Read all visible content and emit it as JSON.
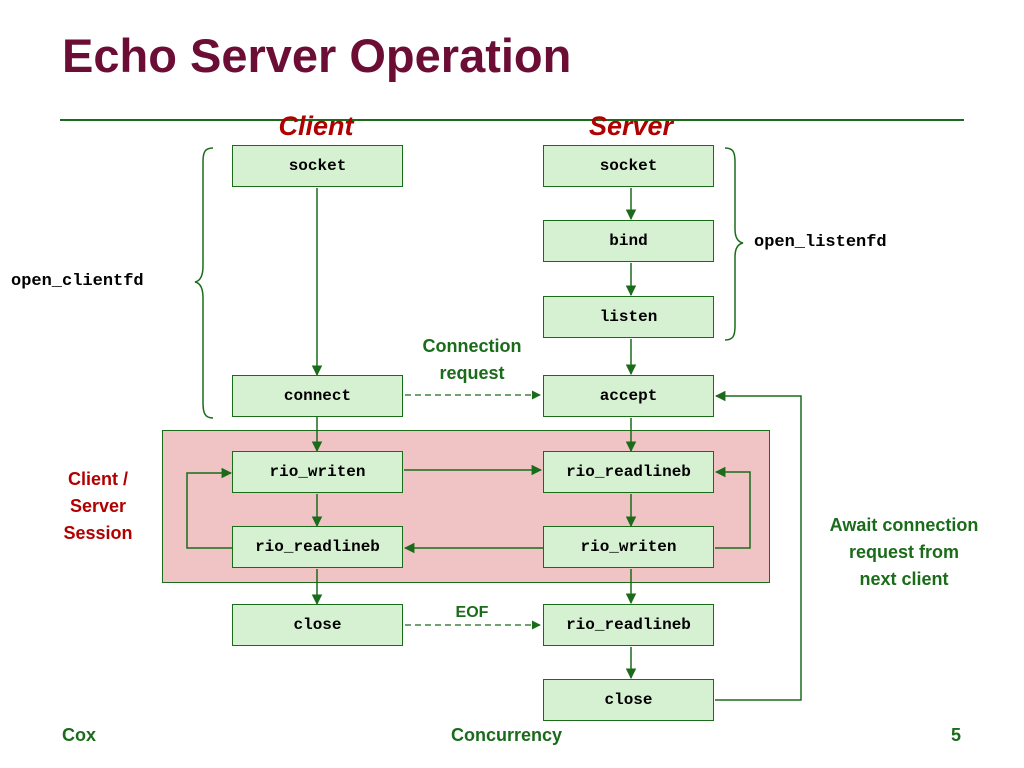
{
  "title": "Echo Server Operation",
  "columns": {
    "client": "Client",
    "server": "Server"
  },
  "client_boxes": {
    "socket": "socket",
    "connect": "connect",
    "rio_writen": "rio_writen",
    "rio_readlineb": "rio_readlineb",
    "close": "close"
  },
  "server_boxes": {
    "socket": "socket",
    "bind": "bind",
    "listen": "listen",
    "accept": "accept",
    "rio_readlineb": "rio_readlineb",
    "rio_writen": "rio_writen",
    "rio_readlineb_eof": "rio_readlineb",
    "close": "close"
  },
  "labels": {
    "open_clientfd": "open_clientfd",
    "open_listenfd": "open_listenfd",
    "connection_request_1": "Connection",
    "connection_request_2": "request",
    "eof": "EOF",
    "session_1": "Client /",
    "session_2": "Server",
    "session_3": "Session",
    "await_1": "Await connection",
    "await_2": "request from",
    "await_3": "next client"
  },
  "footer": {
    "left": "Cox",
    "center": "Concurrency",
    "page": "5"
  },
  "colors": {
    "title": "#6b0d35",
    "accent": "#1a6b1a",
    "heading_red": "#b00000",
    "box_fill": "#d6f1d2",
    "session_fill": "#f0c4c4"
  }
}
